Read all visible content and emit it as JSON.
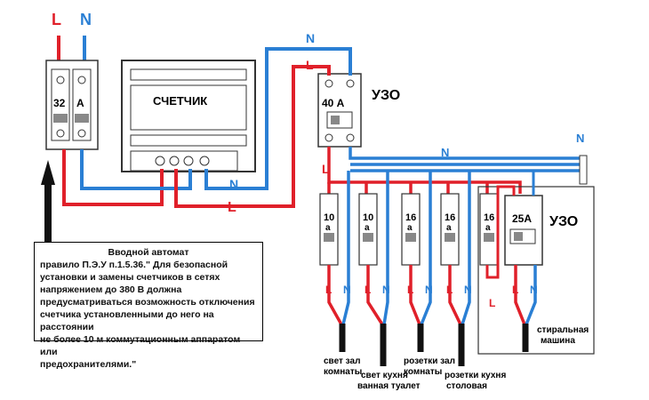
{
  "labels": {
    "L": "L",
    "N": "N",
    "meter": "СЧЕТЧИК",
    "main_breaker_rating": "32",
    "main_breaker_unit": "А",
    "rcd_top_rating": "40 А",
    "rcd_top_title": "УЗО",
    "rcd_bottom_rating": "25А",
    "rcd_bottom_title": "УЗО"
  },
  "breakers": [
    {
      "rating": "10",
      "unit": "а"
    },
    {
      "rating": "10",
      "unit": "а"
    },
    {
      "rating": "16",
      "unit": "а"
    },
    {
      "rating": "16",
      "unit": "а"
    },
    {
      "rating": "16",
      "unit": "а"
    }
  ],
  "note": {
    "title": "Вводной автомат",
    "lines": [
      "правило П.Э.У п.1.5.36.\" Для безопасной",
      "установки и замены счетчиков в сетях",
      "напряжением до 380 В должна",
      "предусматриваться возможность отключения",
      "счетчика установленными до него на расстоянии",
      "не более 10 м коммутационным аппаратом или",
      "предохранителями.\""
    ]
  },
  "circuits": [
    {
      "line1": "свет зал",
      "line2": "комнаты"
    },
    {
      "line1": "свет кухня",
      "line2": "ванная туалет"
    },
    {
      "line1": "розетки зал",
      "line2": "комнаты"
    },
    {
      "line1": "розетки кухня",
      "line2": "столовая"
    },
    {
      "line1": "стиральная",
      "line2": "машина"
    }
  ],
  "colors": {
    "phase": "#e0202a",
    "neutral": "#2a7fd4",
    "line": "#000000"
  }
}
